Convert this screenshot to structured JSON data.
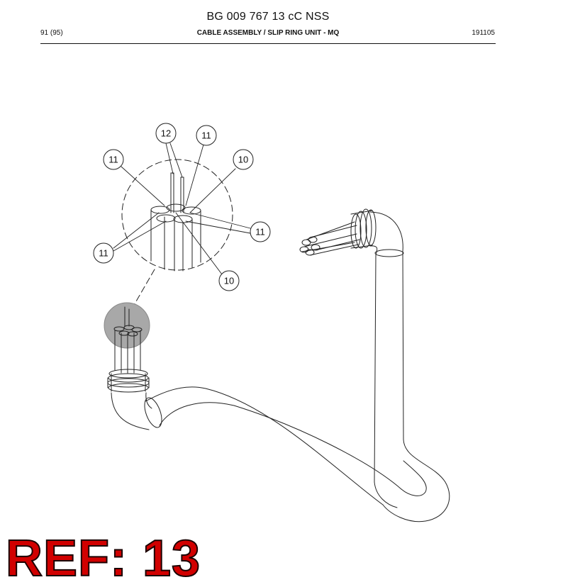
{
  "header": {
    "document_number": "BG 009 767 13 cC NSS",
    "page": "91 (95)",
    "section_title": "CABLE ASSEMBLY / SLIP RING UNIT - MQ",
    "date_code": "191105"
  },
  "figure": {
    "callouts": [
      {
        "id": "callout-12",
        "label": "12"
      },
      {
        "id": "callout-11-top",
        "label": "11"
      },
      {
        "id": "callout-11-upper-left",
        "label": "11"
      },
      {
        "id": "callout-10-upper-right",
        "label": "10"
      },
      {
        "id": "callout-11-right",
        "label": "11"
      },
      {
        "id": "callout-11-left",
        "label": "11"
      },
      {
        "id": "callout-10-bottom",
        "label": "10"
      }
    ]
  },
  "reference": {
    "label": "REF: 13",
    "color": "#d10000"
  }
}
